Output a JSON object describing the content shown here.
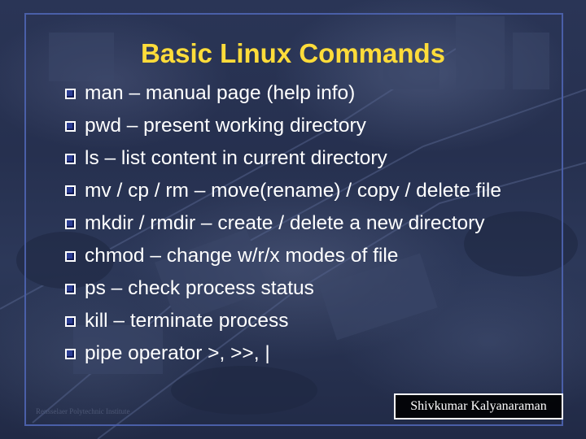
{
  "slide": {
    "title": "Basic Linux Commands",
    "bullets": [
      "man – manual page (help info)",
      "pwd – present working directory",
      "ls – list content in current directory",
      "mv / cp / rm – move(rename) / copy / delete file",
      "mkdir / rmdir – create / delete a new directory",
      "chmod – change w/r/x modes of file",
      "ps – check process status",
      "kill – terminate process",
      "pipe operator >, >>, |"
    ],
    "footer_left": "Rensselaer Polytechnic Institute",
    "author": "Shivkumar Kalyanaraman"
  },
  "colors": {
    "title": "#ffdc3a",
    "text": "#ffffff",
    "frame": "#4a5fa8",
    "bullet": "#2b3d93",
    "background": "#26304f"
  },
  "icons": {
    "bullet": "square-bullet-icon"
  }
}
